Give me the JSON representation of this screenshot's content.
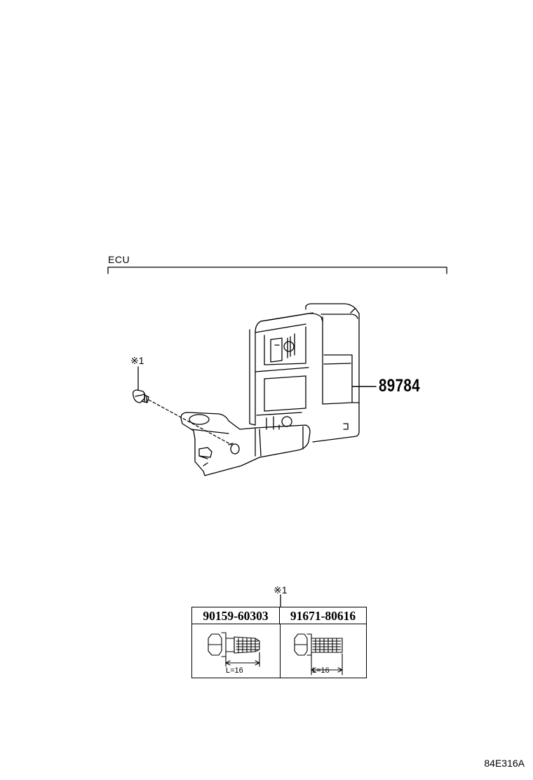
{
  "diagram": {
    "section_label": "ECU",
    "part_number": "89784",
    "reference_mark": "※1",
    "figure_code": "84E316A"
  },
  "bolt_table": {
    "reference_mark": "※1",
    "columns": [
      {
        "part_number": "90159-60303",
        "length_label": "L=16"
      },
      {
        "part_number": "91671-80616",
        "length_label": "L=16"
      }
    ]
  }
}
